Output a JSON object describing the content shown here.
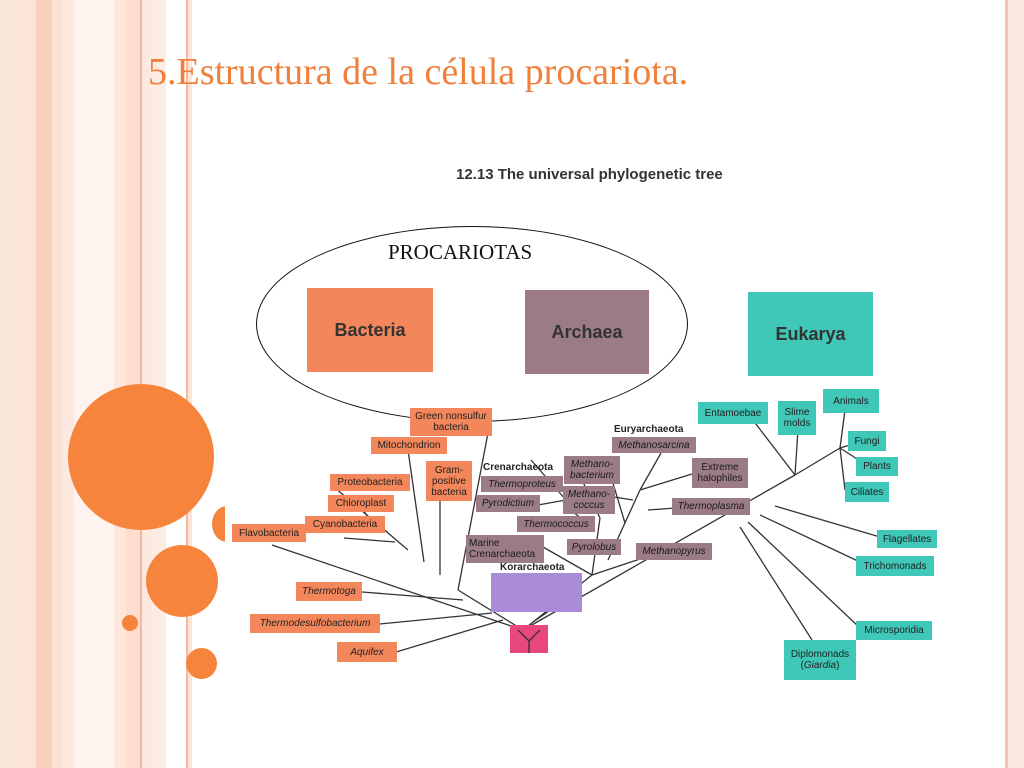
{
  "title": "5.Estructura de la célula procariota.",
  "figure": {
    "caption": "12.13 The universal phylogenetic tree",
    "oval_label": "PROCARIOTAS",
    "domains": {
      "bacteria": "Bacteria",
      "archaea": "Archaea",
      "eukarya": "Eukarya"
    },
    "korarchaeota": "Korarchaeota",
    "crenarchaeota": "Crenarchaeota",
    "euryarchaeota": "Euryarchaeota",
    "bacteria_labels": {
      "green_nonsulfur": "Green nonsulfur bacteria",
      "mitochondrion": "Mitochondrion",
      "gram_positive": "Gram-positive bacteria",
      "proteobacteria": "Proteobacteria",
      "chloroplast": "Chloroplast",
      "cyanobacteria": "Cyanobacteria",
      "flavobacteria": "Flavobacteria",
      "thermotoga": "Thermotoga",
      "thermodesulfobacterium": "Thermodesulfobacterium",
      "aquifex": "Aquifex"
    },
    "archaea_labels": {
      "methanosarcina": "Methanosarcina",
      "thermoproteus": "Thermoproteus",
      "methanobacterium": "Methano-bacterium",
      "extreme_halophiles": "Extreme halophiles",
      "pyrodictium": "Pyrodictium",
      "methanococcus": "Methano-coccus",
      "thermoplasma": "Thermoplasma",
      "thermococcus": "Thermococcus",
      "marine_crenarchaeota": "Marine Crenarchaeota",
      "pyrolobus": "Pyrolobus",
      "methanopyrus": "Methanopyrus"
    },
    "eukarya_labels": {
      "entamoebae": "Entamoebae",
      "slime_molds": "Slime molds",
      "animals": "Animals",
      "fungi": "Fungi",
      "plants": "Plants",
      "ciliates": "Ciliates",
      "flagellates": "Flagellates",
      "trichomonads": "Trichomonads",
      "microsporidia": "Microsporidia",
      "diplomonads": "Diplomonads",
      "giardia": "Giardia"
    }
  },
  "colors": {
    "title": "#f07f3c",
    "bacteria": "#f3865a",
    "archaea": "#9b7c86",
    "eukarya": "#3fc7b7",
    "korarchaeota": "#a98bd8",
    "root": "#e8477d",
    "accent_circle": "#f7843d"
  }
}
